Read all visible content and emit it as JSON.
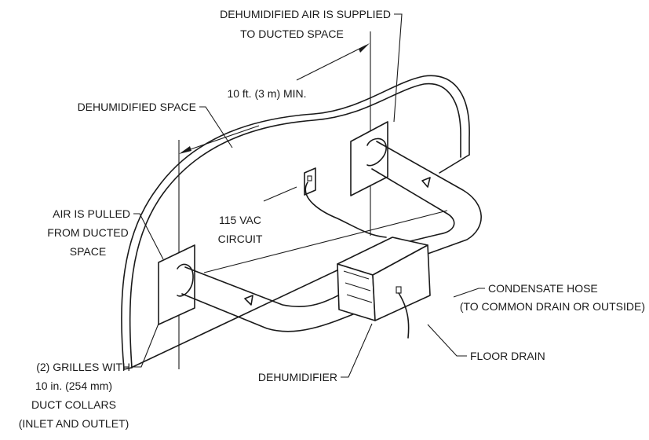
{
  "labels": {
    "supply": [
      "DEHUMIDIFIED AIR IS SUPPLIED",
      "TO DUCTED SPACE"
    ],
    "distance": "10 ft. (3 m) MIN.",
    "space": "DEHUMIDIFIED SPACE",
    "pulled": [
      "AIR IS PULLED",
      "FROM DUCTED",
      "SPACE"
    ],
    "circuit": [
      "115 VAC",
      "CIRCUIT"
    ],
    "condensate": [
      "CONDENSATE HOSE",
      "(TO COMMON DRAIN OR OUTSIDE)"
    ],
    "floor_drain": "FLOOR DRAIN",
    "dehumidifier": "DEHUMIDIFIER",
    "grilles": [
      "(2) GRILLES WITH",
      "10 in. (254 mm)",
      "DUCT COLLARS",
      "(INLET AND OUTLET)"
    ]
  }
}
